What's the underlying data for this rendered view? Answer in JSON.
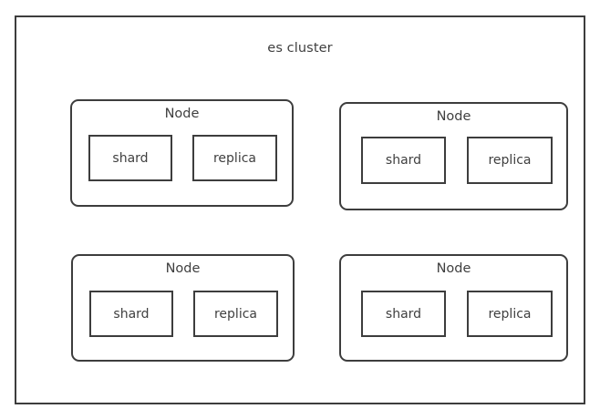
{
  "diagram": {
    "type": "nested-block-diagram",
    "background_color": "#ffffff",
    "stroke_color": "#3d3d3d",
    "text_color": "#3f3f3f",
    "cluster": {
      "title": "es cluster",
      "shape": "rectangle",
      "nodes": [
        {
          "title": "Node",
          "shape": "rounded-rectangle",
          "units": [
            {
              "label": "shard"
            },
            {
              "label": "replica"
            }
          ]
        },
        {
          "title": "Node",
          "shape": "rounded-rectangle",
          "units": [
            {
              "label": "shard"
            },
            {
              "label": "replica"
            }
          ]
        },
        {
          "title": "Node",
          "shape": "rounded-rectangle",
          "units": [
            {
              "label": "shard"
            },
            {
              "label": "replica"
            }
          ]
        },
        {
          "title": "Node",
          "shape": "rounded-rectangle",
          "units": [
            {
              "label": "shard"
            },
            {
              "label": "replica"
            }
          ]
        }
      ]
    }
  }
}
